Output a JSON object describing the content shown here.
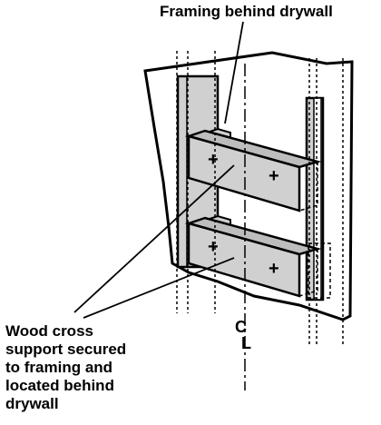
{
  "diagram": {
    "top_label": "Framing behind drywall",
    "bottom_label_lines": [
      "Wood cross",
      "support secured",
      "to framing and",
      "located behind",
      "drywall"
    ],
    "centerline_label": [
      "C",
      "L"
    ],
    "screw_mark": "+",
    "colors": {
      "line": "#000000",
      "framing_fill": "#d0d0d0",
      "background": "#ffffff"
    }
  }
}
